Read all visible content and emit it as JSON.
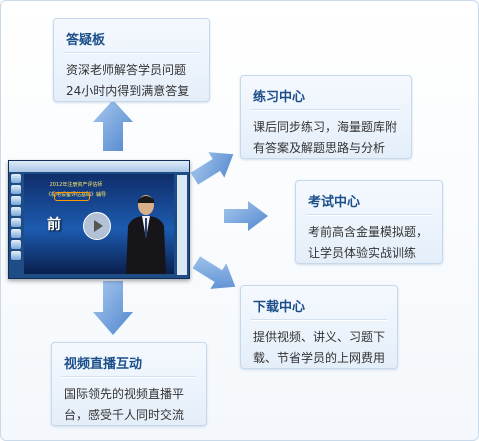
{
  "center": {
    "screen_line1": "2012年注册资产评估师",
    "screen_line2": "《机电设备评估基础》辅导",
    "screen_big": "前"
  },
  "cards": {
    "qa": {
      "title": "答疑板",
      "lines": [
        "资深老师解答学员问题",
        "24小时内得到满意答复"
      ]
    },
    "practice": {
      "title": "练习中心",
      "lines": [
        "课后同步练习，海量题库附",
        "有答案及解题思路与分析"
      ]
    },
    "exam": {
      "title": "考试中心",
      "lines": [
        "考前高含金量模拟题，",
        "让学员体验实战训练"
      ]
    },
    "download": {
      "title": "下载中心",
      "lines": [
        "提供视频、讲义、习题下",
        "载、节省学员的上网费用"
      ]
    },
    "live": {
      "title": "视频直播互动",
      "lines": [
        "国际领先的视频直播平",
        "台，感受千人同时交流"
      ]
    }
  },
  "colors": {
    "title": "#1c4f8a",
    "arrow": "#5b8fd0",
    "card_border": "#c6d8ec"
  }
}
